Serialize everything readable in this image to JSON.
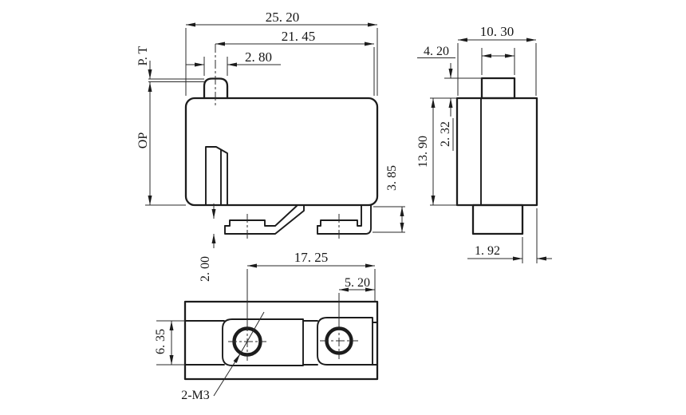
{
  "drawing": {
    "type": "technical-dimension-drawing",
    "subject": "micro switch (3 orthographic views)",
    "line_color": "#1c1c1c",
    "background_color": "#ffffff"
  },
  "views": {
    "front": {
      "dims": {
        "total_width": "25. 20",
        "right_span": "21. 45",
        "plunger_width": "2. 80",
        "pretravel_label": "P. T",
        "operating_label": "OP",
        "terminal_drop": "3. 85",
        "foot_thickness": "2. 00"
      }
    },
    "side": {
      "dims": {
        "width": "10. 30",
        "button_width": "4. 20",
        "body_height": "13. 90",
        "button_height": "2. 32",
        "terminal_offset": "1. 92"
      }
    },
    "bottom": {
      "dims": {
        "hole_to_edge": "17. 25",
        "hole2_to_edge": "5. 20",
        "slot_height": "6. 35",
        "thread_callout": "2-M3"
      }
    }
  }
}
